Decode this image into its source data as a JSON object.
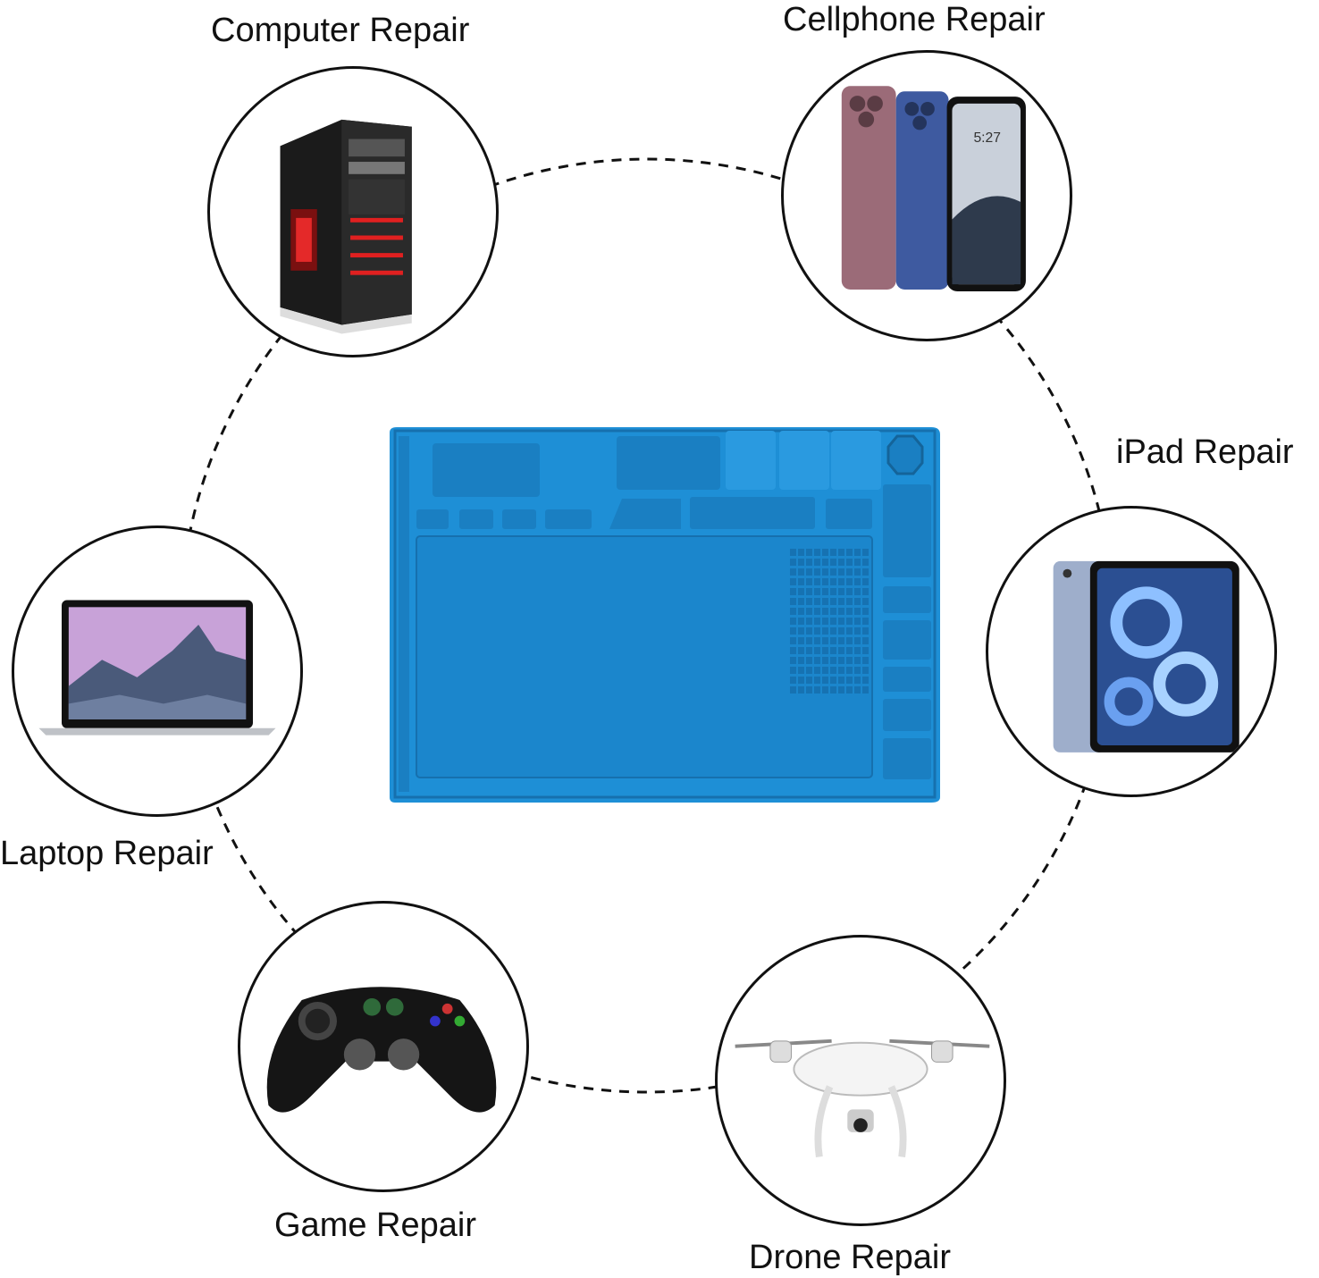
{
  "labels": {
    "computer": "Computer Repair",
    "cellphone": "Cellphone Repair",
    "ipad": "iPad Repair",
    "laptop": "Laptop Repair",
    "game": "Game Repair",
    "drone": "Drone Repair"
  },
  "illustrations": {
    "computer": "pc-tower-icon",
    "cellphone": "smartphones-icon",
    "ipad": "tablet-icon",
    "laptop": "laptop-icon",
    "game": "gamepad-icon",
    "drone": "drone-icon",
    "center": "silicone-repair-mat"
  },
  "colors": {
    "mat": "#1e8fd6",
    "outline": "#111111",
    "laptop_sky": "#c8a2d8",
    "pc_accent": "#e02020"
  }
}
